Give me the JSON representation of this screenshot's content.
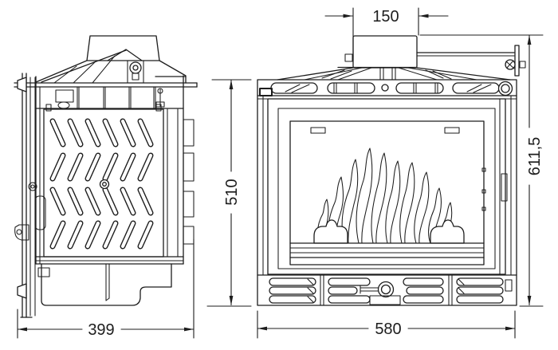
{
  "drawing": {
    "dimension_labels": {
      "flue_width": "150",
      "overall_height": "611,5",
      "body_height": "510",
      "depth": "399",
      "width": "580"
    },
    "colors": {
      "line": "#1d1d1d",
      "background": "#ffffff"
    }
  }
}
